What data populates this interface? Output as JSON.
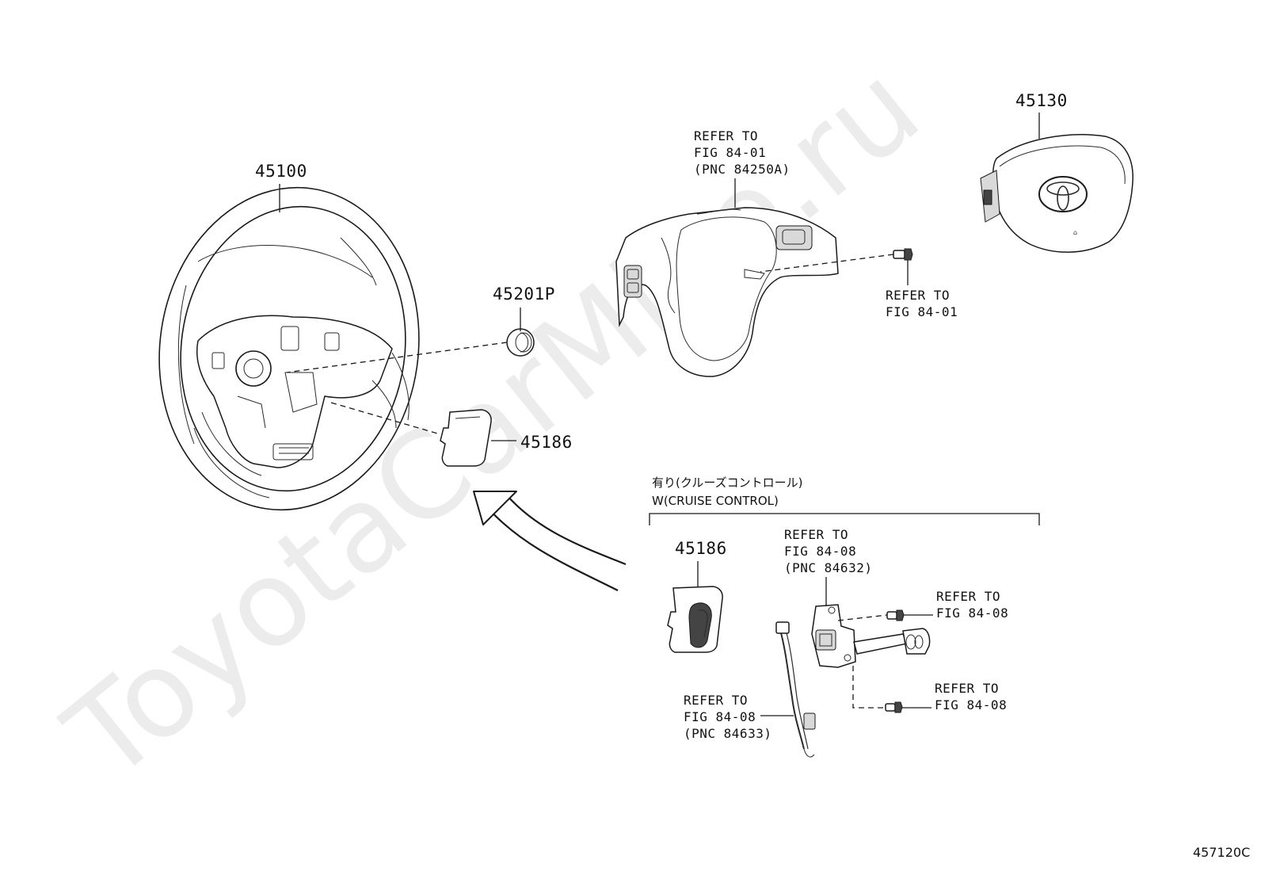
{
  "watermark": "ToyotaCarMine.ru",
  "figure_id": "457120C",
  "parts": {
    "steering_wheel": "45100",
    "airbag": "45130",
    "plug": "45201P",
    "cover_upper": "45186",
    "cover_lower": "45186"
  },
  "refs": {
    "switch_bezel": [
      "REFER TO",
      "FIG 84-01",
      "(PNC 84250A)"
    ],
    "screw_top": [
      "REFER TO",
      "FIG 84-01"
    ],
    "cruise_switch": [
      "REFER TO",
      "FIG 84-08",
      "(PNC 84632)"
    ],
    "screw_upper": [
      "REFER TO",
      "FIG 84-08"
    ],
    "screw_lower": [
      "REFER TO",
      "FIG 84-08"
    ],
    "harness": [
      "REFER TO",
      "FIG 84-08",
      "(PNC 84633)"
    ]
  },
  "condition": {
    "japanese": "有り(クルーズコントロール)",
    "english": "W(CRUISE CONTROL)"
  },
  "icons": [
    "steering-wheel-drawing",
    "airbag-drawing",
    "toyota-logo",
    "plug-drawing",
    "cover-drawing",
    "switch-bezel-drawing",
    "cruise-control-switch-drawing",
    "wire-harness-drawing",
    "screw-drawing",
    "curved-arrow"
  ]
}
